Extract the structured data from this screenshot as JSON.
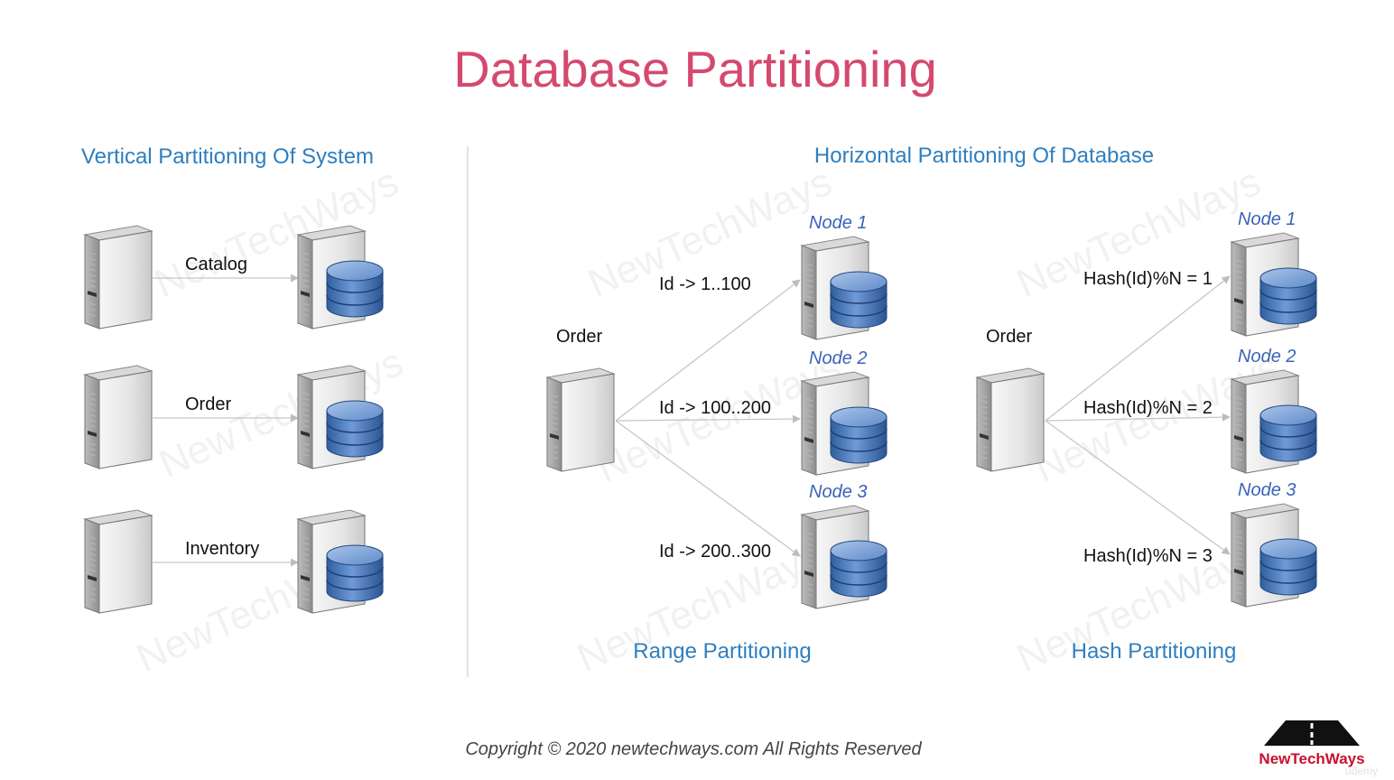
{
  "title": "Database Partitioning",
  "vertical": {
    "heading": "Vertical Partitioning Of System",
    "rows": [
      {
        "label": "Catalog"
      },
      {
        "label": "Order"
      },
      {
        "label": "Inventory"
      }
    ]
  },
  "horizontal": {
    "heading": "Horizontal Partitioning Of Database",
    "range": {
      "source_label": "Order",
      "caption": "Range Partitioning",
      "edges": [
        {
          "node": "Node 1",
          "label": "Id ->   1..100"
        },
        {
          "node": "Node 2",
          "label": "Id -> 100..200"
        },
        {
          "node": "Node 3",
          "label": "Id -> 200..300"
        }
      ]
    },
    "hash": {
      "source_label": "Order",
      "caption": "Hash Partitioning",
      "edges": [
        {
          "node": "Node 1",
          "label": "Hash(Id)%N = 1"
        },
        {
          "node": "Node 2",
          "label": "Hash(Id)%N = 2"
        },
        {
          "node": "Node 3",
          "label": "Hash(Id)%N = 3"
        }
      ]
    }
  },
  "watermark": "NewTechWays",
  "footer": {
    "copyright": "Copyright © 2020 newtechways.com All Rights Reserved",
    "brand": "NewTechWays",
    "badge": "udemy"
  },
  "colors": {
    "title": "#d5496e",
    "section": "#2f7fbf",
    "node_label": "#3a63b8",
    "brand": "#c8102e",
    "database": "#4f7fc0"
  },
  "icons": {
    "server": "server-icon",
    "database": "database-icon",
    "arrow": "arrow-icon"
  }
}
